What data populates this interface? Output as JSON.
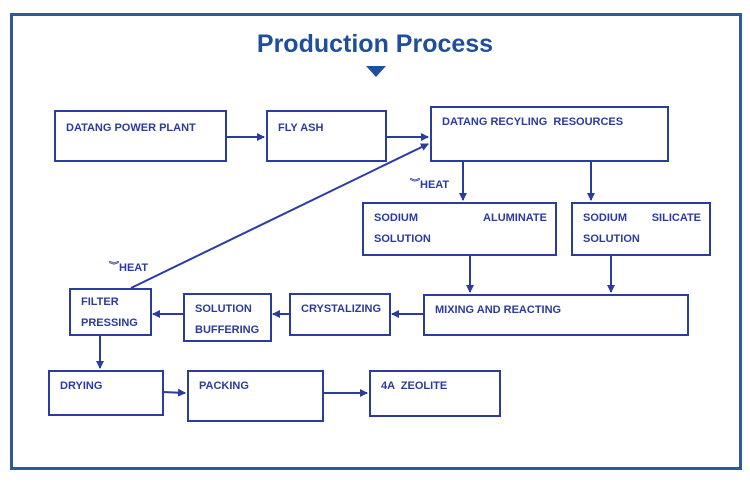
{
  "title": "Production Process",
  "boxes": {
    "power_plant": "DATANG POWER PLANT",
    "fly_ash": "FLY ASH",
    "recycling": "DATANG RECYLING  RESOURCES",
    "sodium_aluminate": {
      "line1_left": "SODIUM",
      "line1_right": "ALUMINATE",
      "line2": "SOLUTION"
    },
    "sodium_silicate": {
      "line1_left": "SODIUM",
      "line1_right": "SILICATE",
      "line2": "SOLUTION"
    },
    "mixing": "MIXING AND REACTING",
    "crystalizing": "CRYSTALIZING",
    "buffering": {
      "line1": "SOLUTION",
      "line2": "BUFFERING"
    },
    "filter_pressing": {
      "line1": "FILTER",
      "line2": "PRESSING"
    },
    "drying": "DRYING",
    "packing": "PACKING",
    "zeolite": "4A  ZEOLITE"
  },
  "heat_labels": {
    "upper": "HEAT",
    "lower": "HEAT",
    "icon": "double-chevron-down"
  },
  "colors": {
    "title": "#1f4e9a",
    "frame": "#2d5b99",
    "box": "#2b3b9e"
  }
}
